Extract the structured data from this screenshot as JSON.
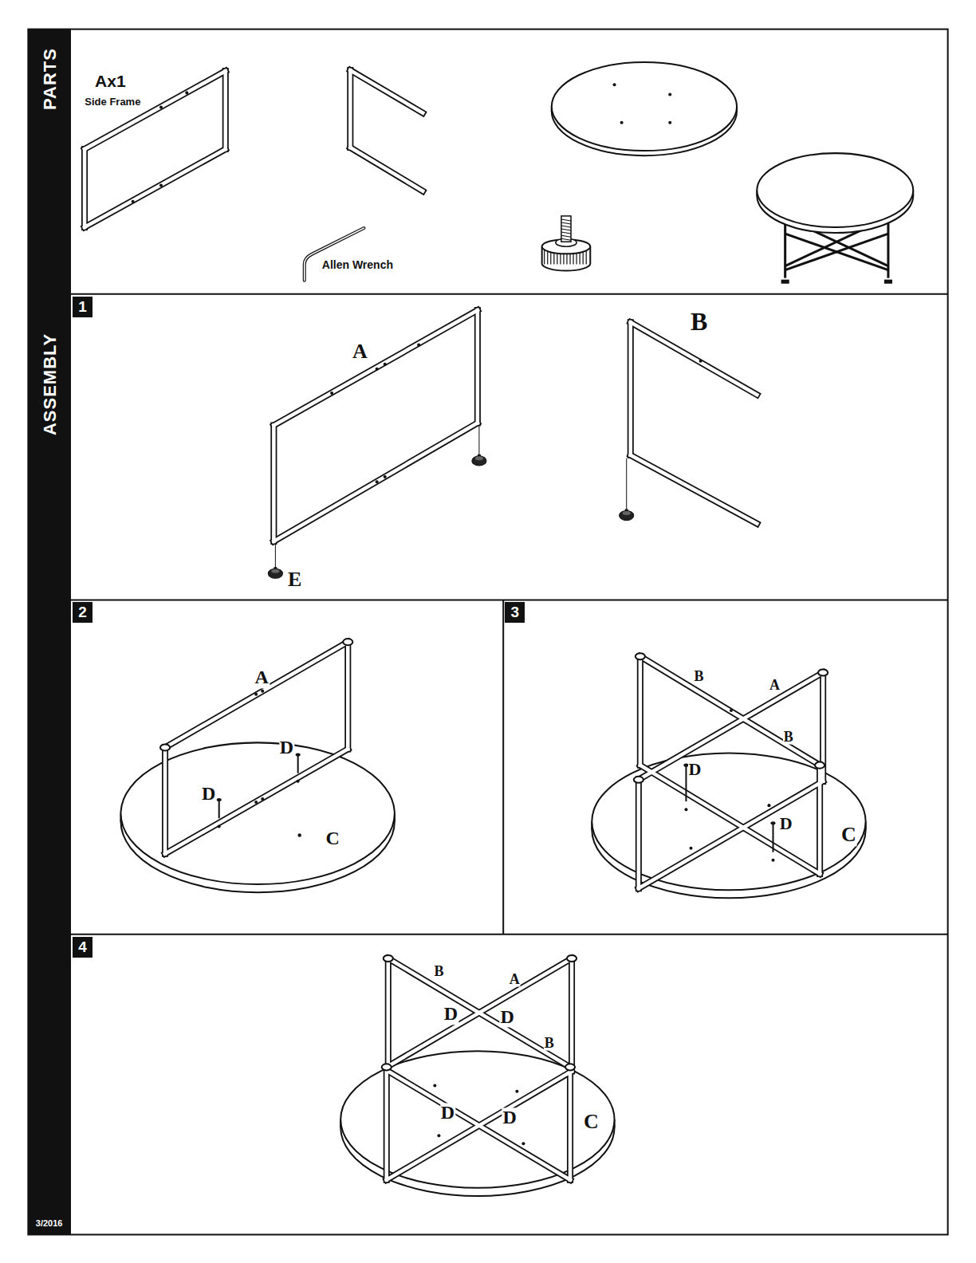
{
  "diagram": {
    "nodes": [
      {
        "text": [
          "PARTS"
        ]
      },
      {
        "text": [
          "ASSEMBLY"
        ]
      },
      {
        "text": [
          "1"
        ]
      },
      {
        "text": [
          "2"
        ]
      },
      {
        "text": [
          "3"
        ]
      },
      {
        "text": [
          "4"
        ]
      }
    ],
    "labels": [
      "Ax1",
      "Side Frame",
      "Allen Wrench",
      "A",
      "B",
      "E",
      "A",
      "D",
      "D",
      "C",
      "B",
      "A",
      "B",
      "D",
      "D",
      "C",
      "B",
      "A",
      "D",
      "D",
      "B",
      "D",
      "D",
      "C",
      "3/2016"
    ]
  }
}
